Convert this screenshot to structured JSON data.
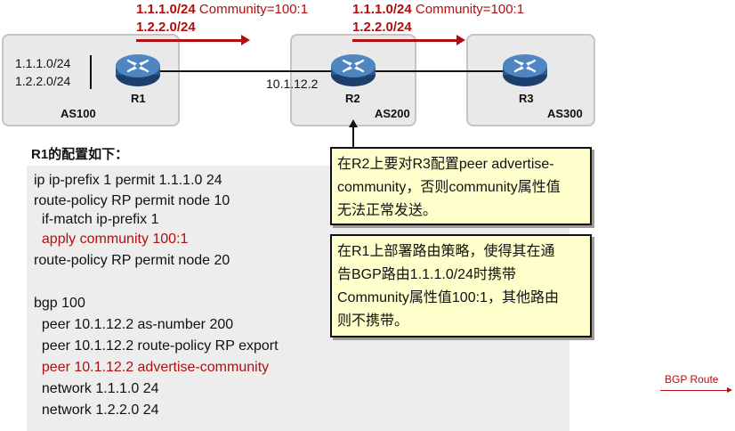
{
  "topology": {
    "as_boxes": [
      {
        "label": "AS100"
      },
      {
        "label": "AS200"
      },
      {
        "label": "AS300"
      }
    ],
    "routers": [
      {
        "label": "R1"
      },
      {
        "label": "R2"
      },
      {
        "label": "R3"
      }
    ],
    "r1_prefixes": [
      "1.1.1.0/24",
      "1.2.2.0/24"
    ],
    "r2_ip": "10.1.12.2",
    "advertisements": [
      {
        "prefix1": "1.1.1.0/24",
        "community": " Community=100:1",
        "prefix2": "1.2.2.0/24"
      },
      {
        "prefix1": "1.1.1.0/24",
        "community": " Community=100:1",
        "prefix2": "1.2.2.0/24"
      }
    ]
  },
  "config": {
    "title": "R1的配置如下：",
    "lines": [
      "ip ip-prefix 1 permit 1.1.1.0 24",
      "route-policy RP permit node 10",
      "  if-match ip-prefix 1",
      "  apply community 100:1",
      "route-policy RP permit node 20",
      "bgp 100",
      "  peer 10.1.12.2 as-number 200",
      "  peer 10.1.12.2 route-policy RP export",
      "  peer 10.1.12.2 advertise-community",
      "  network 1.1.1.0 24",
      "  network 1.2.2.0 24"
    ]
  },
  "notes": [
    {
      "lines": [
        "在R2上要对R3配置peer advertise-",
        "community，否则community属性值",
        "无法正常发送。"
      ]
    },
    {
      "lines": [
        "在R1上部署路由策略，使得其在通",
        "告BGP路由1.1.1.0/24时携带",
        "Community属性值100:1，其他路由",
        "则不携带。"
      ]
    }
  ],
  "legend": {
    "label": "BGP Route"
  },
  "colors": {
    "accent_red": "#b10f0f",
    "box_gray": "#e9e9e9",
    "note_yellow": "#ffffcc"
  }
}
